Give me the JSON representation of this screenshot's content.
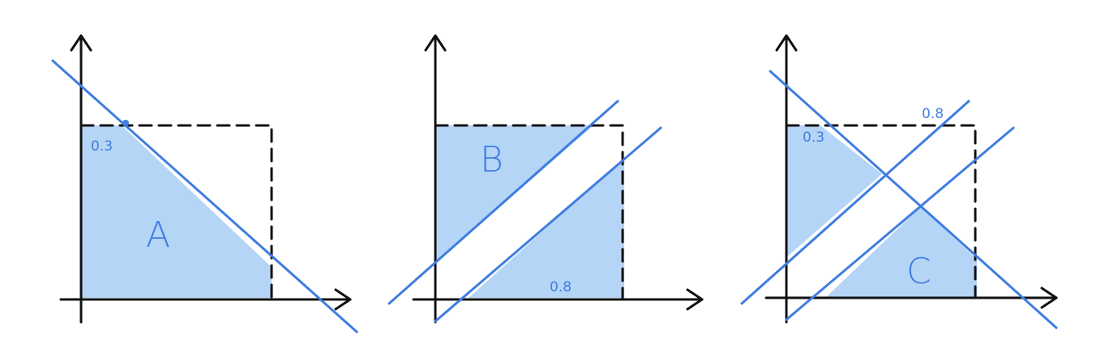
{
  "panels": [
    {
      "region_label": "A",
      "annotations": [
        "0.3"
      ]
    },
    {
      "region_label": "B",
      "annotations": [
        "0.8"
      ]
    },
    {
      "region_label": "C",
      "annotations": [
        "0.3",
        "0.8"
      ]
    }
  ],
  "colors": {
    "shade": "#b5d5f7",
    "line": "#3f7de0",
    "ink": "#111111"
  }
}
